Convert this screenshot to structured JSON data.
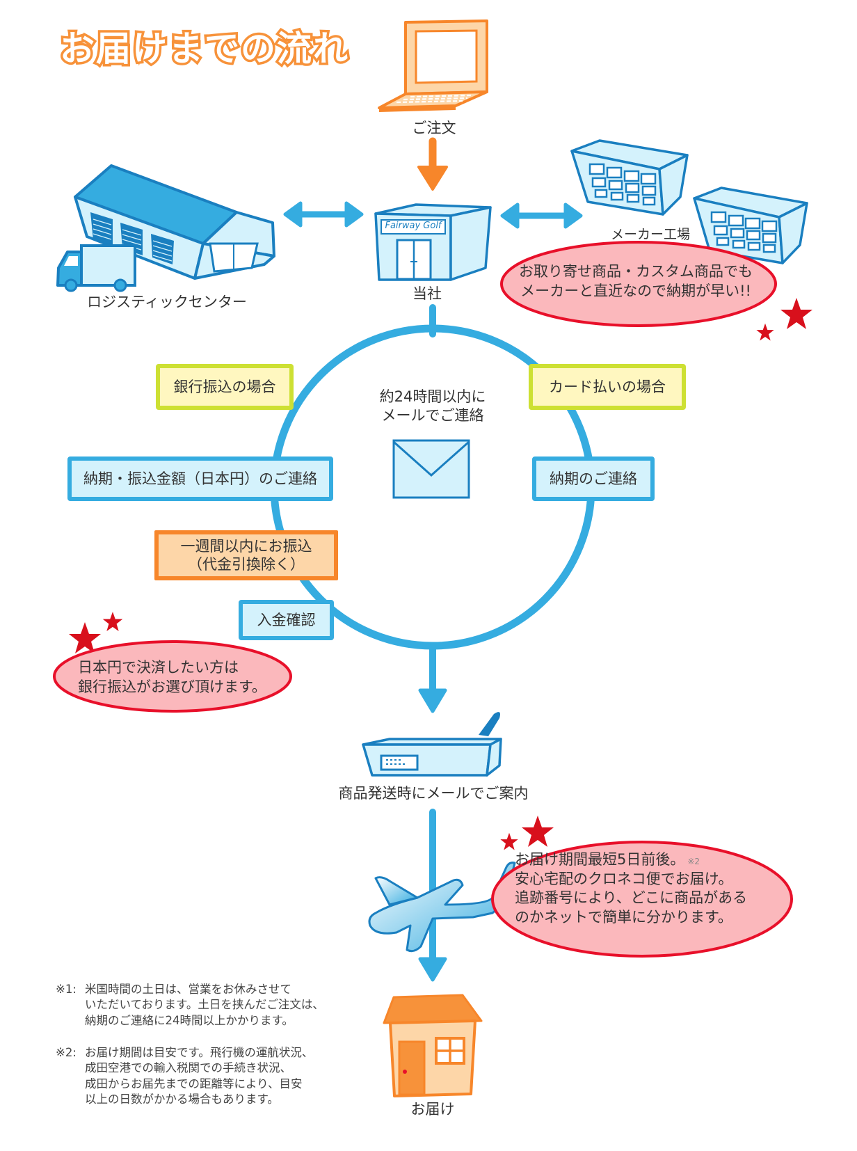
{
  "title": "お届けまでの流れ",
  "colors": {
    "title_orange": "#f7923a",
    "flow_blue": "#35ace0",
    "icon_blue_stroke": "#1a7fc0",
    "icon_blue_fill": "#d4f2fc",
    "order_orange": "#f7862a",
    "callout_fill": "#fbb8bc",
    "callout_stroke": "#e8102a",
    "star_red": "#d8101c",
    "yellow_box_fill": "#fff7c0",
    "yellow_box_border": "#cde033"
  },
  "nodes": {
    "order": {
      "label": "ご注文",
      "icon": "laptop-icon"
    },
    "company": {
      "label": "当社",
      "sign": "Fairway Golf",
      "icon": "store-icon"
    },
    "logistics": {
      "label": "ロジスティックセンター",
      "icon": "warehouse-truck-icon"
    },
    "factory": {
      "label": "メーカー工場",
      "icon": "factory-building-icon"
    },
    "shipping": {
      "label": "商品発送時にメールでご案内",
      "icon": "golf-box-icon"
    },
    "delivery": {
      "label": "お届け",
      "icon": "house-icon"
    }
  },
  "callouts": {
    "factory_note": [
      "お取り寄せ商品・カスタム商品でも",
      "メーカーと直近なので納期が早い!!"
    ],
    "yen_note": [
      "日本円で決済したい方は",
      "銀行振込がお選び頂けます。"
    ],
    "delivery_note": {
      "line1": "お届け期間最短5日前後。",
      "line1_ref": "※2",
      "line2": "安心宅配のクロネコ便でお届け。",
      "line3": "追跡番号により、どこに商品がある",
      "line4": "のかネットで簡単に分かります。"
    }
  },
  "cycle": {
    "center_text": [
      "約24時間以内に",
      "メールでご連絡"
    ],
    "center_icon": "envelope-icon",
    "bank": {
      "header": "銀行振込の場合",
      "step1": "納期・振込金額（日本円）のご連絡",
      "step2": [
        "一週間以内にお振込",
        "（代金引換除く）"
      ],
      "step3": "入金確認"
    },
    "card": {
      "header": "カード払いの場合",
      "step1": "納期のご連絡"
    }
  },
  "footnotes": {
    "note1": {
      "mark": "※1:",
      "lines": [
        "米国時間の土日は、営業をお休みさせて",
        "いただいております。土日を挟んだご注文は、",
        "納期のご連絡に24時間以上かかります。"
      ]
    },
    "note2": {
      "mark": "※2:",
      "lines": [
        "お届け期間は目安です。飛行機の運航状況、",
        "成田空港での輸入税関での手続き状況、",
        "成田からお届先までの距離等により、目安",
        "以上の日数がかかる場合もあります。"
      ]
    }
  }
}
